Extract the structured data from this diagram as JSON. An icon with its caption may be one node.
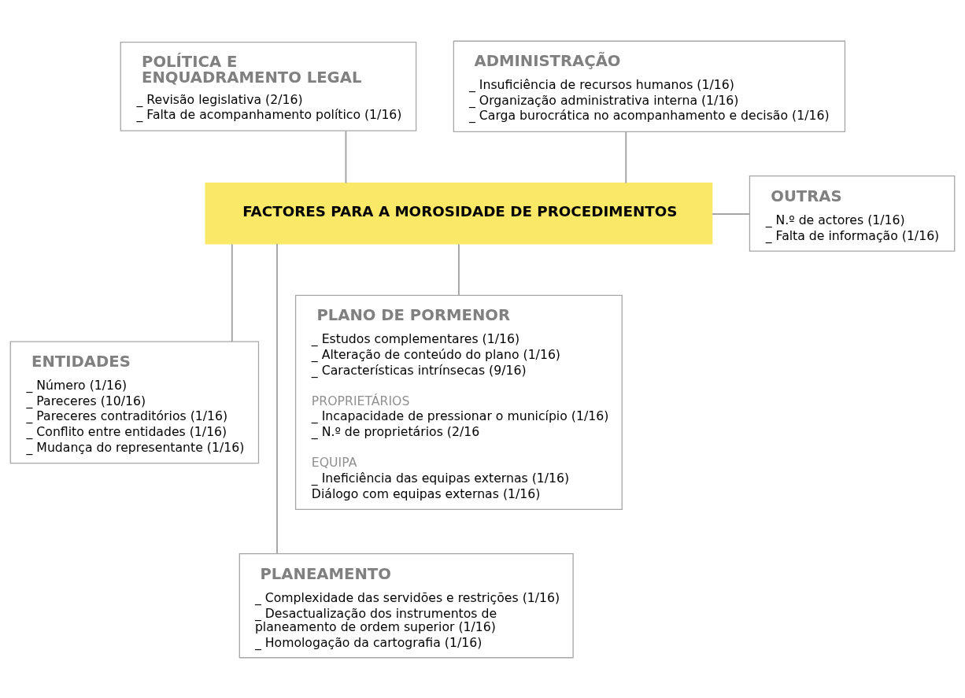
{
  "diagram": {
    "nodes": [
      {
        "text": [
          "POLÍTICA E ENQUADRAMENTO LEGAL",
          "_ Revisão legislativa (2/16)",
          "_ Falta de acompanhamento político (1/16)"
        ]
      },
      {
        "text": [
          "ADMINISTRAÇÃO",
          "_ Insuficiência de recursos humanos (1/16)",
          "_ Organização administrativa interna (1/16)",
          "_ Carga burocrática no acompanhamento e decisão (1/16)"
        ]
      },
      {
        "text": [
          "FACTORES PARA A MOROSIDADE DE PROCEDIMENTOS"
        ]
      },
      {
        "text": [
          "OUTRAS",
          "_ N.º de actores (1/16)",
          "_ Falta de informação (1/16)"
        ]
      },
      {
        "text": [
          "ENTIDADES",
          "_ Número (1/16)",
          "_ Pareceres (10/16)",
          "_ Pareceres contraditórios (1/16)",
          "_ Conflito entre entidades (1/16)",
          "_ Mudança do representante (1/16)"
        ]
      },
      {
        "text": [
          "PLANO DE PORMENOR",
          "_ Estudos complementares (1/16)",
          "_ Alteração de conteúdo do plano (1/16)",
          "_ Características intrínsecas (9/16)",
          "PROPRIETÁRIOS",
          "_ Incapacidade de pressionar o município (1/16)",
          "_ N.º de proprietários (2/16",
          "EQUIPA",
          "_ Ineficiência das equipas externas (1/16)",
          "Diálogo com equipas externas (1/16)"
        ]
      },
      {
        "text": [
          "PLANEAMENTO",
          "_ Complexidade das servidões e restrições (1/16)",
          "_ Desactualização dos instrumentos de planeamento de ordem superior (1/16)",
          "_ Homologação da cartografia (1/16)"
        ]
      }
    ],
    "edges": [
      {
        "from": 2,
        "to": 0,
        "arrow": "none"
      },
      {
        "from": 2,
        "to": 1,
        "arrow": "none"
      },
      {
        "from": 2,
        "to": 3,
        "arrow": "none"
      },
      {
        "from": 2,
        "to": 4,
        "arrow": "none"
      },
      {
        "from": 2,
        "to": 5,
        "arrow": "none"
      },
      {
        "from": 2,
        "to": 6,
        "arrow": "none"
      }
    ]
  }
}
